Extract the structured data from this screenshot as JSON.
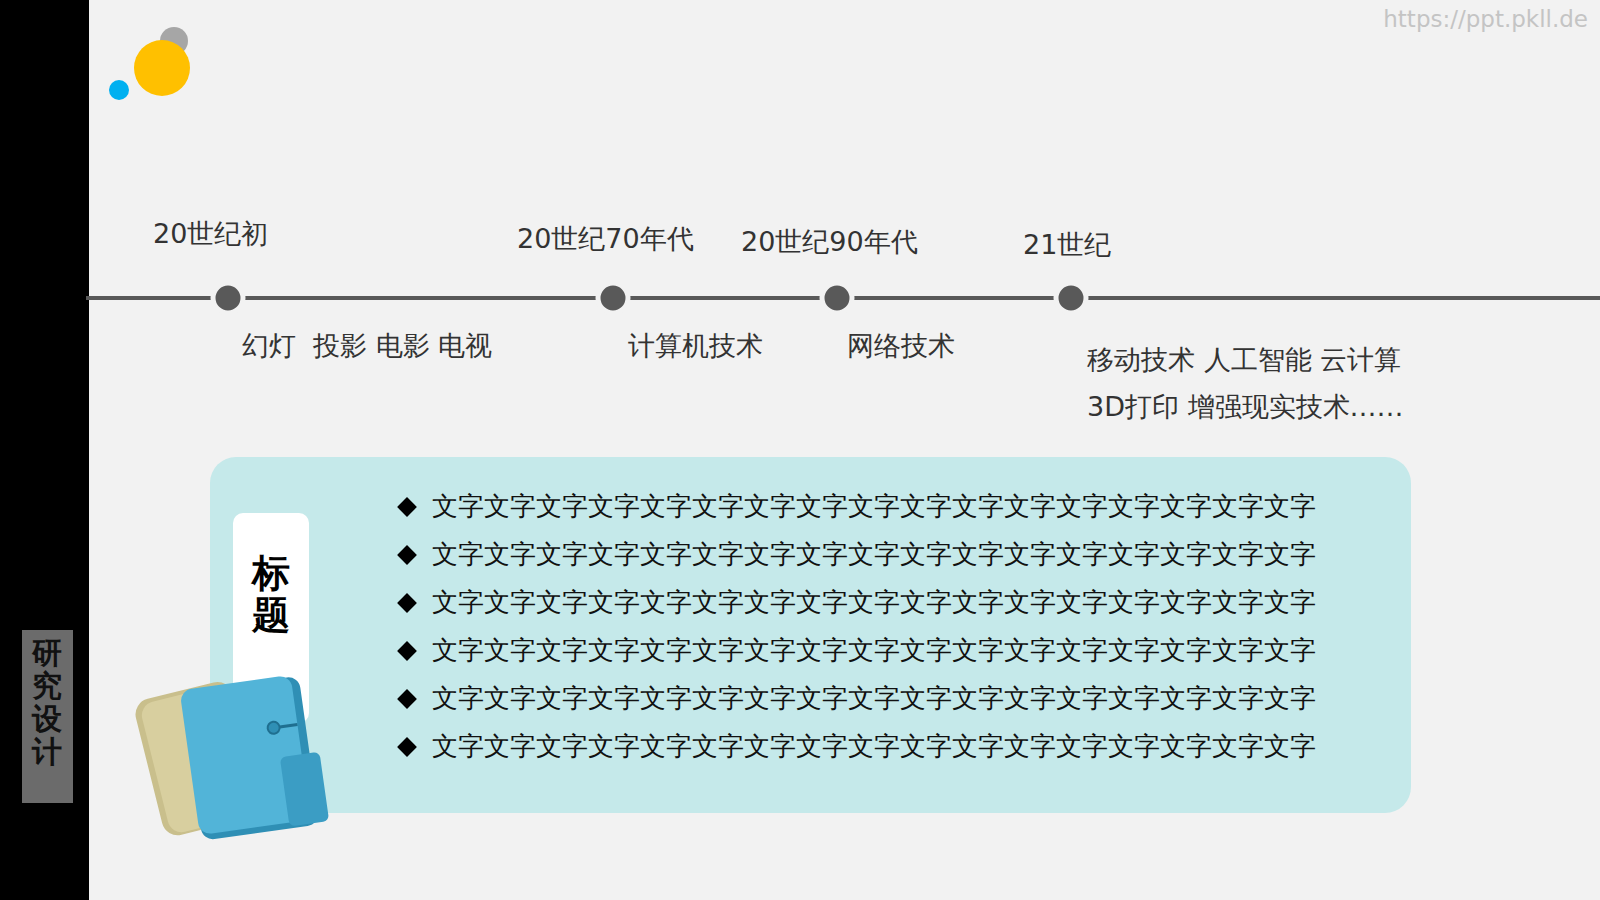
{
  "diagram": {
    "nodes": [
      {
        "text": [
          "文字文字文字文字文字文字文字文字文字文字文字文字文字文字文字文字文字",
          "文字文字文字文字文字文字文字文字文字文字文字文字文字文字文字文字文字",
          "文字文字文字文字文字文字文字文字文字文字文字文字文字文字文字文字文字",
          "文字文字文字文字文字文字文字文字文字文字文字文字文字文字文字文字文字",
          "文字文字文字文字文字文字文字文字文字文字文字文字文字文字文字文字文字",
          "文字文字文字文字文字文字文字文字文字文字文字文字文字文字文字文字文字"
        ]
      },
      {
        "text": [
          "标题"
        ],
        "in": 0
      },
      {
        "text": [
          "研究设计"
        ]
      }
    ],
    "labels": [
      "20世纪初",
      "幻灯  投影 电影 电视",
      "20世纪70年代",
      "计算机技术",
      "20世纪90年代",
      "网络技术",
      "21世纪",
      "移动技术 人工智能 云计算 3D打印 增强现实技术……",
      "https://ppt.pkll.de"
    ]
  }
}
